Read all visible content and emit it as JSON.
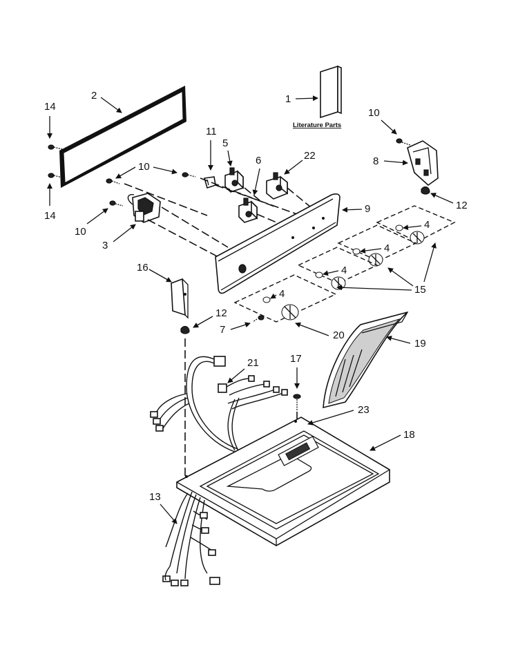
{
  "diagram": {
    "literature_label": "Literature Parts",
    "callouts": {
      "c1": "1",
      "c2": "2",
      "c3": "3",
      "c4a": "4",
      "c4b": "4",
      "c4c": "4",
      "c4d": "4",
      "c5": "5",
      "c6": "6",
      "c7": "7",
      "c8": "8",
      "c9": "9",
      "c10a": "10",
      "c10b": "10",
      "c10c": "10",
      "c11": "11",
      "c12a": "12",
      "c12b": "12",
      "c13": "13",
      "c14a": "14",
      "c14b": "14",
      "c15": "15",
      "c16": "16",
      "c17": "17",
      "c18": "18",
      "c19": "19",
      "c20": "20",
      "c21": "21",
      "c22": "22",
      "c23": "23"
    }
  }
}
